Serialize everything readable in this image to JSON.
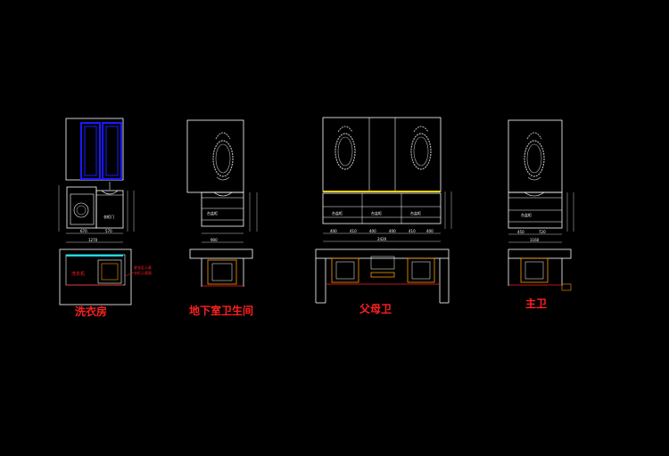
{
  "drawing": {
    "background": "#000000",
    "colors": {
      "line": "#ffffff",
      "frame_blue": "#1a1aff",
      "cyan": "#00e5ff",
      "red": "#ff2020",
      "orange": "#ff9900",
      "yellow": "#e8d000",
      "gray": "#b4b4b4"
    },
    "titles": {
      "laundry": "洗衣房",
      "basement_bath": "地下室卫生间",
      "parents_bath": "父母卫",
      "master_bath": "主卫"
    }
  }
}
